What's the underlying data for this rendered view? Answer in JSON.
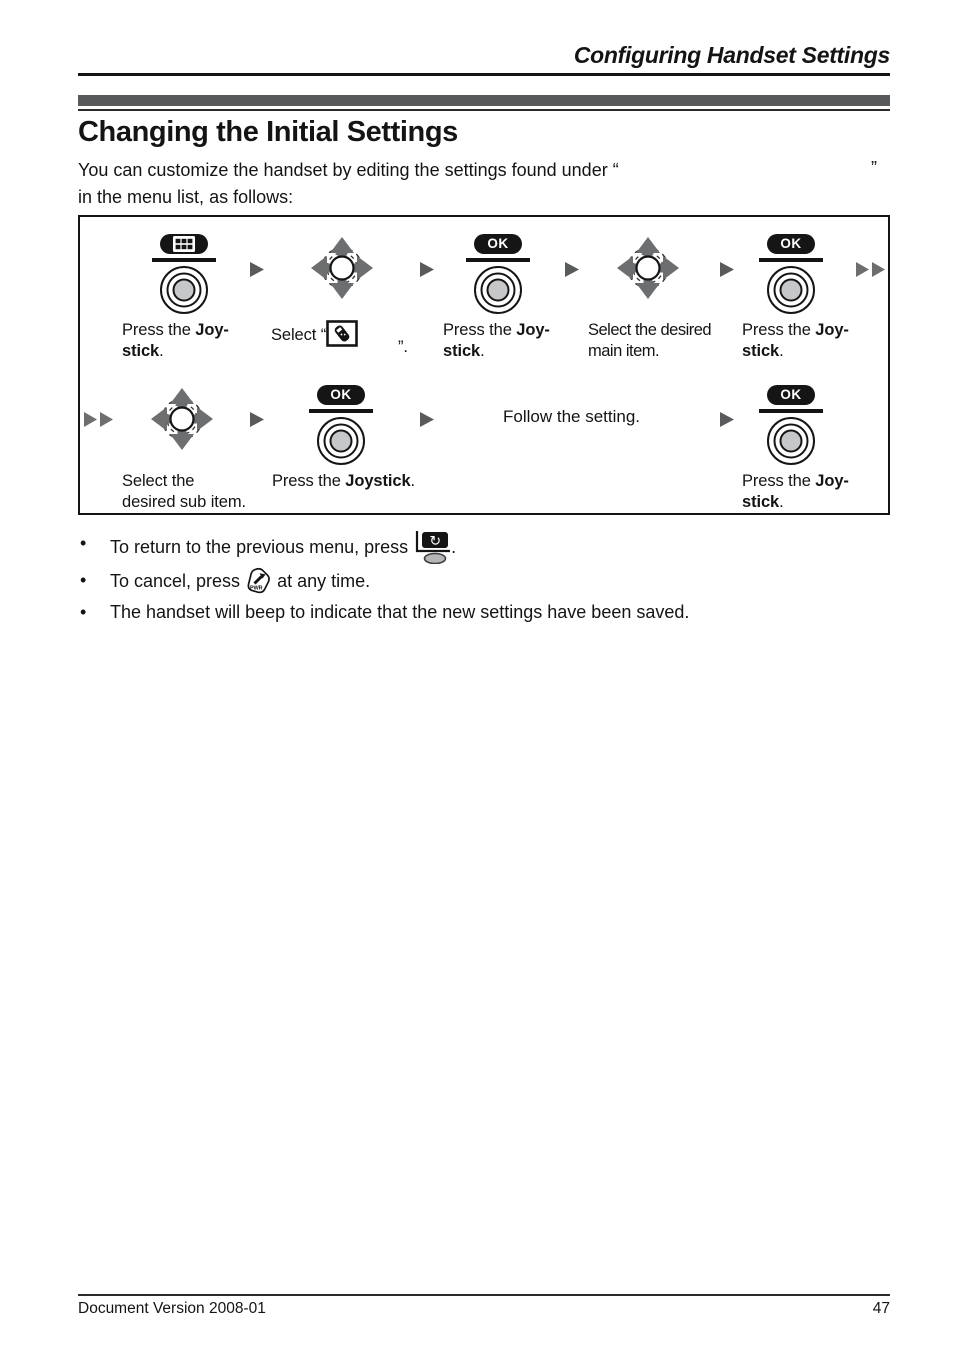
{
  "header": {
    "title": "Configuring Handset Settings"
  },
  "title": "Changing the Initial Settings",
  "intro": {
    "line1": "You can customize the handset by editing the settings found under “",
    "line1_close": "”",
    "line2": "in the menu list, as follows:"
  },
  "diagram": {
    "ok_label": "OK",
    "captions": {
      "press_joystick": {
        "pre": "Press the ",
        "bold1": "Joy-",
        "bold2": "stick",
        "post": "."
      },
      "select_icon": {
        "pre": "Select “",
        "close": "”."
      },
      "select_main": {
        "line1": "Select the desired",
        "line2": "main item."
      },
      "select_sub": {
        "line1": "Select the",
        "line2": "desired sub item."
      },
      "press_joystick_inline": {
        "pre": "Press the ",
        "bold": "Joystick",
        "post": "."
      },
      "follow": "Follow the setting."
    }
  },
  "bullets": {
    "marker": "•",
    "b1": {
      "pre": "To return to the previous menu, press ",
      "post": "."
    },
    "b2": {
      "pre": "To cancel, press ",
      "post": " at any time."
    },
    "b3": "The handset will beep to indicate that the new settings have been saved."
  },
  "icons": {
    "pwr_label": "PWR",
    "back_glyph": "↻"
  },
  "footer": {
    "left": "Document Version 2008-01",
    "page": "47"
  },
  "colors": {
    "gray_bar": "#58595b",
    "arrow_gray": "#6d6e70",
    "key_black": "#151515"
  }
}
